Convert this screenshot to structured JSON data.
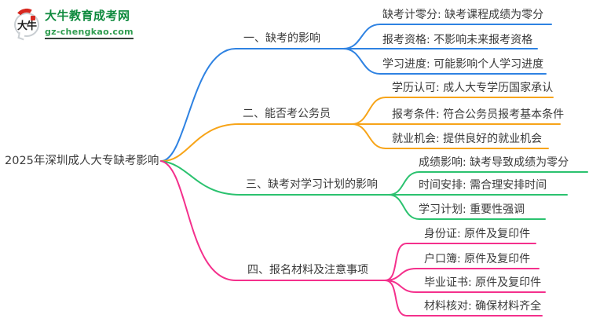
{
  "logo": {
    "icon_text": "大牛",
    "site_name": "大牛教育成考网",
    "site_url": "gz-chengkao.com"
  },
  "root": {
    "label": "2025年深圳成人大专缺考影响"
  },
  "branches": [
    {
      "label": "一、缺考的影响",
      "color": "#2e82e2",
      "leaves": [
        {
          "text": "缺考计零分: 缺考课程成绩为零分"
        },
        {
          "text": "报考资格: 不影响未来报考资格"
        },
        {
          "text": "学习进度: 可能影响个人学习进度"
        }
      ]
    },
    {
      "label": "二、能否考公务员",
      "color": "#f7a418",
      "leaves": [
        {
          "text": "学历认可: 成人大专学历国家承认"
        },
        {
          "text": "报考条件: 符合公务员报考基本条件"
        },
        {
          "text": "就业机会: 提供良好的就业机会"
        }
      ]
    },
    {
      "label": "三、缺考对学习计划的影响",
      "color": "#2bc26f",
      "leaves": [
        {
          "text": "成绩影响: 缺考导致成绩为零分"
        },
        {
          "text": "时间安排: 需合理安排时间"
        },
        {
          "text": "学习计划: 重要性强调"
        }
      ]
    },
    {
      "label": "四、报名材料及注意事项",
      "color": "#f4308c",
      "leaves": [
        {
          "text": "身份证: 原件及复印件"
        },
        {
          "text": "户口簿: 原件及复印件"
        },
        {
          "text": "毕业证书: 原件及复印件"
        },
        {
          "text": "材料核对: 确保材料齐全"
        }
      ]
    }
  ]
}
